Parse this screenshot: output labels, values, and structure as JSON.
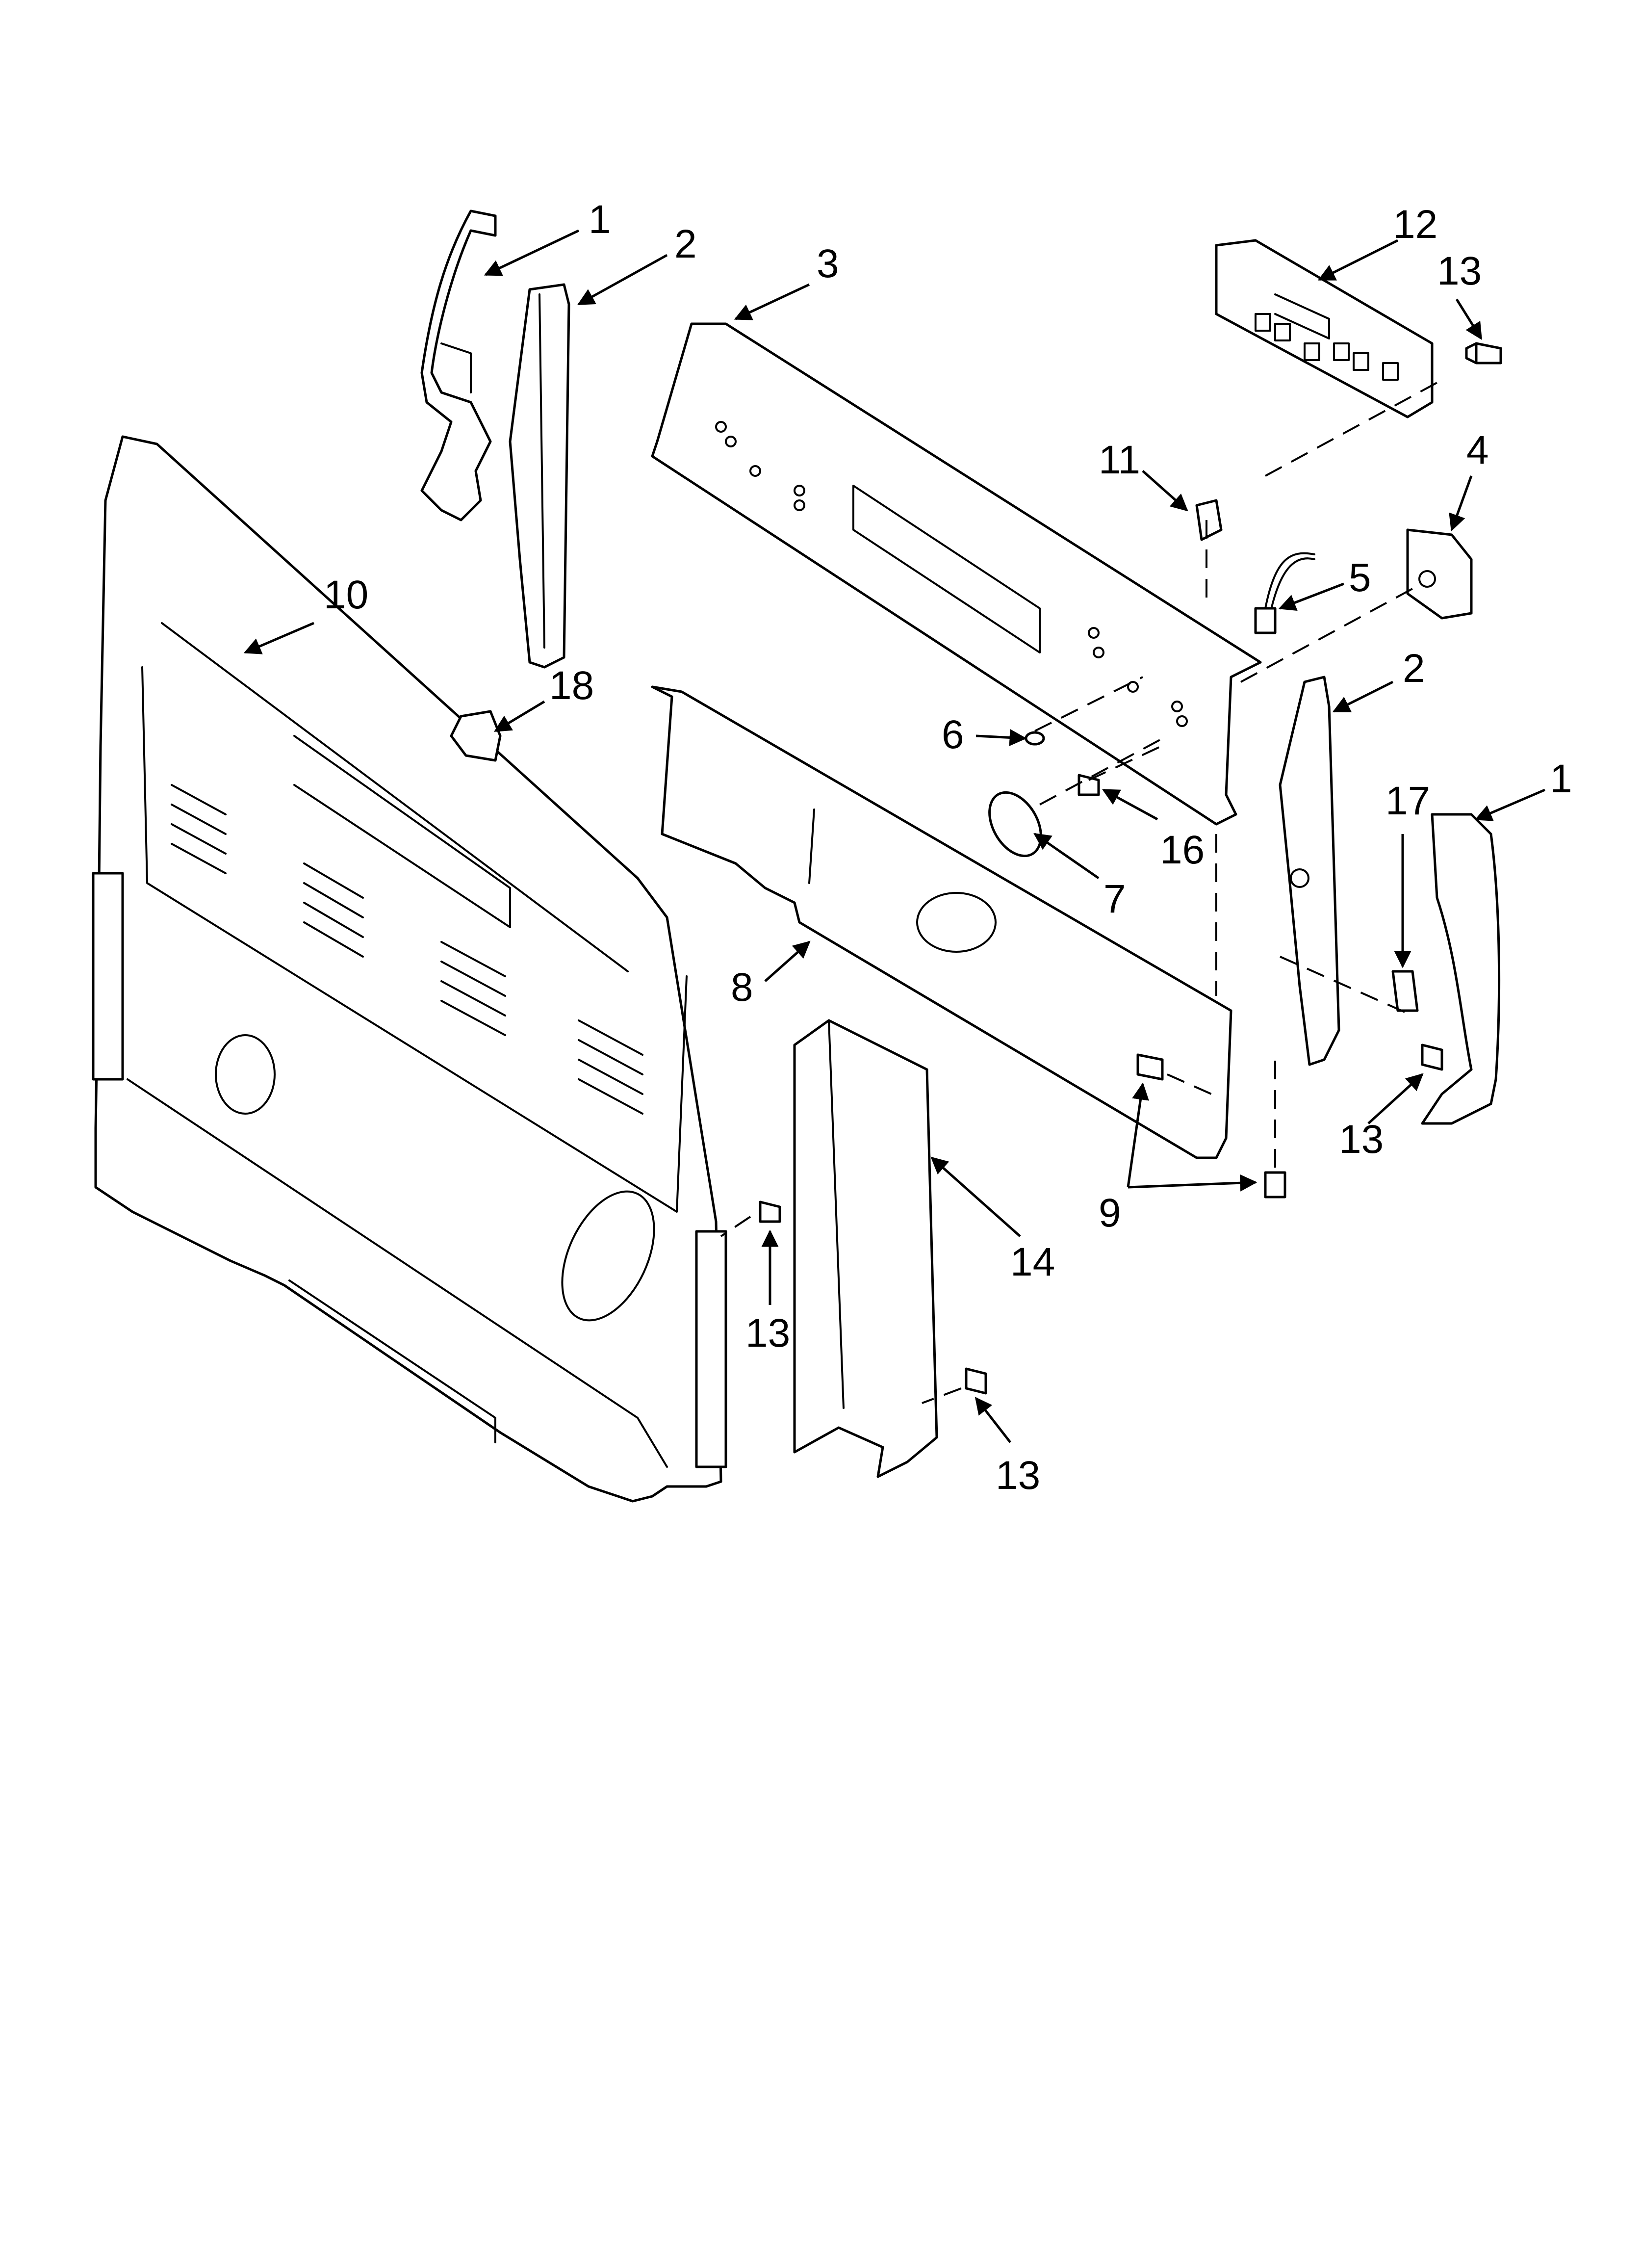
{
  "diagram": {
    "callouts": [
      {
        "id": "c1a",
        "label": "1"
      },
      {
        "id": "c2a",
        "label": "2"
      },
      {
        "id": "c3",
        "label": "3"
      },
      {
        "id": "c12",
        "label": "12"
      },
      {
        "id": "c13a",
        "label": "13"
      },
      {
        "id": "c11",
        "label": "11"
      },
      {
        "id": "c4",
        "label": "4"
      },
      {
        "id": "c5",
        "label": "5"
      },
      {
        "id": "c10",
        "label": "10"
      },
      {
        "id": "c18",
        "label": "18"
      },
      {
        "id": "c2b",
        "label": "2"
      },
      {
        "id": "c6",
        "label": "6"
      },
      {
        "id": "c17",
        "label": "17"
      },
      {
        "id": "c1b",
        "label": "1"
      },
      {
        "id": "c16",
        "label": "16"
      },
      {
        "id": "c7",
        "label": "7"
      },
      {
        "id": "c8",
        "label": "8"
      },
      {
        "id": "c13b",
        "label": "13"
      },
      {
        "id": "c9",
        "label": "9"
      },
      {
        "id": "c14",
        "label": "14"
      },
      {
        "id": "c13c",
        "label": "13"
      },
      {
        "id": "c13d",
        "label": "13"
      }
    ]
  }
}
